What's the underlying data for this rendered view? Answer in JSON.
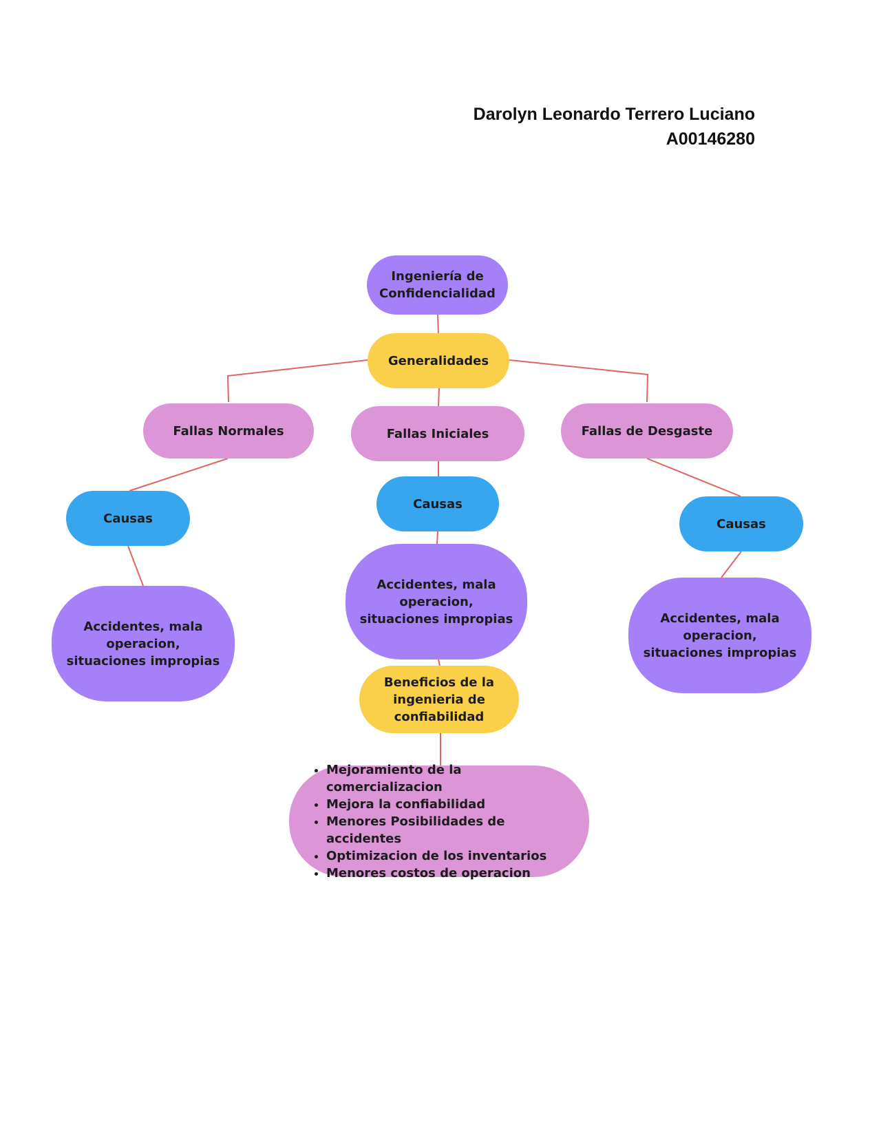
{
  "header": {
    "author": "Darolyn Leonardo Terrero Luciano",
    "student_id": "A00146280"
  },
  "colors": {
    "purple": "#a580f8",
    "yellow": "#fad04a",
    "pink": "#dc95d6",
    "blue": "#38a6ef",
    "connector": "#e06464"
  },
  "diagram": {
    "root": "Ingeniería de Confidencialidad",
    "general": "Generalidades",
    "branches": [
      {
        "title": "Fallas Normales",
        "cause_label": "Causas",
        "cause_detail": "Accidentes, mala operacion, situaciones impropias"
      },
      {
        "title": "Fallas Iniciales",
        "cause_label": "Causas",
        "cause_detail": "Accidentes, mala operacion, situaciones impropias"
      },
      {
        "title": "Fallas de Desgaste",
        "cause_label": "Causas",
        "cause_detail": "Accidentes, mala operacion, situaciones impropias"
      }
    ],
    "benefits_title": "Beneficios de la ingenieria de confiabilidad",
    "benefits": [
      "Mejoramiento de la comercializacion",
      "Mejora la confiabilidad",
      "Menores Posibilidades de accidentes",
      "Optimizacion de los inventarios",
      "Menores costos de operacion"
    ]
  }
}
